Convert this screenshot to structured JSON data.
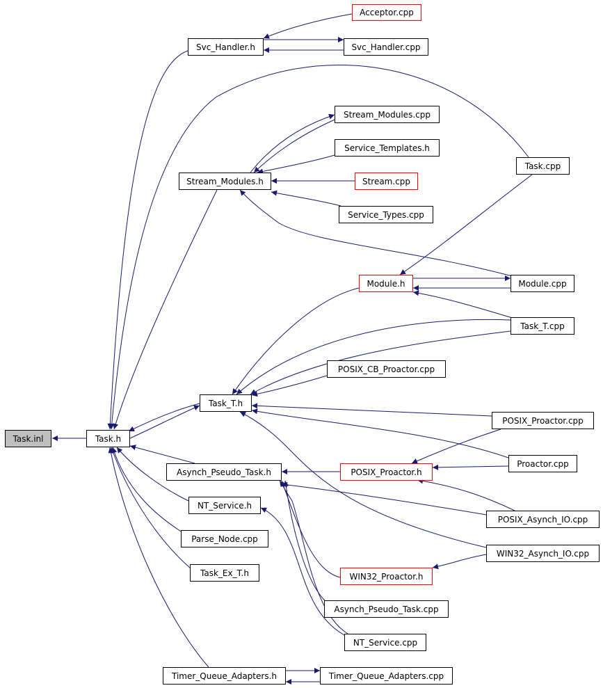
{
  "colors": {
    "edge": "#191970",
    "node_border": "#000000",
    "truncated_border": "#ff0000",
    "root_fill": "#bfbfbf",
    "background": "#ffffff"
  },
  "nodes": {
    "task_inl": {
      "label": "Task.inl",
      "style": "root"
    },
    "task_h": {
      "label": "Task.h",
      "style": "normal"
    },
    "acceptor_cpp": {
      "label": "Acceptor.cpp",
      "style": "truncated"
    },
    "svc_handler_h": {
      "label": "Svc_Handler.h",
      "style": "normal"
    },
    "svc_handler_cpp": {
      "label": "Svc_Handler.cpp",
      "style": "normal"
    },
    "stream_modules_cpp": {
      "label": "Stream_Modules.cpp",
      "style": "normal"
    },
    "service_templates_h": {
      "label": "Service_Templates.h",
      "style": "normal"
    },
    "task_cpp": {
      "label": "Task.cpp",
      "style": "normal"
    },
    "stream_modules_h": {
      "label": "Stream_Modules.h",
      "style": "normal"
    },
    "stream_cpp": {
      "label": "Stream.cpp",
      "style": "truncated"
    },
    "service_types_cpp": {
      "label": "Service_Types.cpp",
      "style": "normal"
    },
    "module_h": {
      "label": "Module.h",
      "style": "truncated"
    },
    "module_cpp": {
      "label": "Module.cpp",
      "style": "normal"
    },
    "task_t_cpp": {
      "label": "Task_T.cpp",
      "style": "normal"
    },
    "posix_cb_proactor_cpp": {
      "label": "POSIX_CB_Proactor.cpp",
      "style": "normal"
    },
    "task_t_h": {
      "label": "Task_T.h",
      "style": "normal"
    },
    "posix_proactor_cpp": {
      "label": "POSIX_Proactor.cpp",
      "style": "normal"
    },
    "asynch_pseudo_task_h": {
      "label": "Asynch_Pseudo_Task.h",
      "style": "normal"
    },
    "posix_proactor_h": {
      "label": "POSIX_Proactor.h",
      "style": "truncated"
    },
    "proactor_cpp": {
      "label": "Proactor.cpp",
      "style": "normal"
    },
    "nt_service_h": {
      "label": "NT_Service.h",
      "style": "normal"
    },
    "posix_asynch_io_cpp": {
      "label": "POSIX_Asynch_IO.cpp",
      "style": "normal"
    },
    "parse_node_cpp": {
      "label": "Parse_Node.cpp",
      "style": "normal"
    },
    "win32_asynch_io_cpp": {
      "label": "WIN32_Asynch_IO.cpp",
      "style": "normal"
    },
    "task_ex_t_h": {
      "label": "Task_Ex_T.h",
      "style": "normal"
    },
    "win32_proactor_h": {
      "label": "WIN32_Proactor.h",
      "style": "truncated"
    },
    "asynch_pseudo_task_cpp": {
      "label": "Asynch_Pseudo_Task.cpp",
      "style": "normal"
    },
    "nt_service_cpp": {
      "label": "NT_Service.cpp",
      "style": "normal"
    },
    "timer_queue_adapters_h": {
      "label": "Timer_Queue_Adapters.h",
      "style": "normal"
    },
    "timer_queue_adapters_cpp": {
      "label": "Timer_Queue_Adapters.cpp",
      "style": "normal"
    }
  }
}
